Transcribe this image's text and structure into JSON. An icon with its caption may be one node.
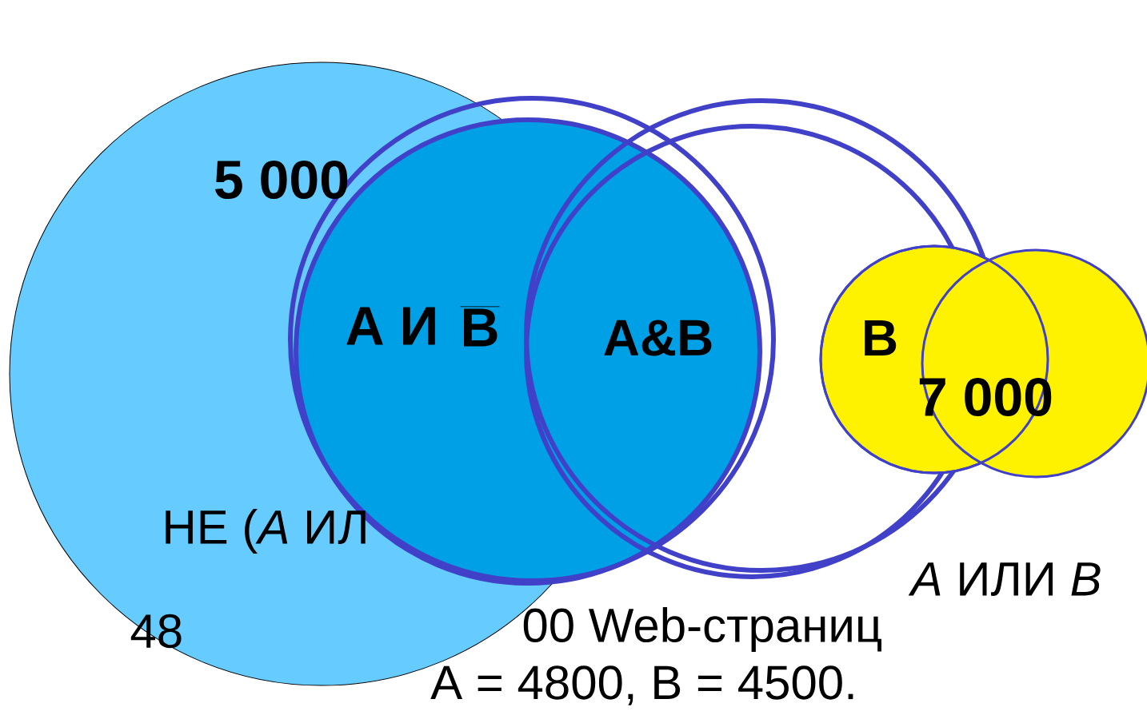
{
  "diagram": {
    "labels": [
      "5 000",
      "А И",
      "B",
      "A&B",
      "B",
      "7 000",
      "НЕ (*А* ИЛ",
      "*А* ИЛИ *В*",
      "48",
      "00 Web-страниц",
      "А = 4800, В = 4500."
    ]
  }
}
